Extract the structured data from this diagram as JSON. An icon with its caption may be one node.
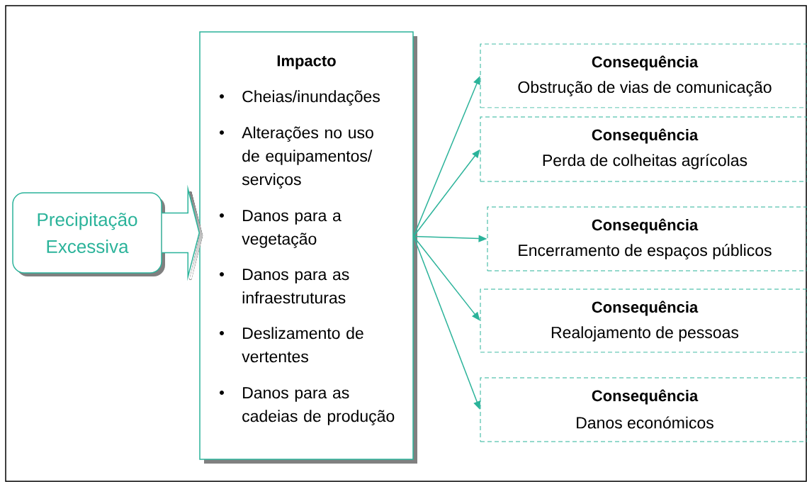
{
  "diagram": {
    "nodes": [
      {
        "text": [
          "Precipitação Excessiva"
        ]
      },
      {
        "text": [
          "Impacto",
          "Cheias/inundações",
          "Alterações no uso de equipamentos/ serviços",
          "Danos para a vegetação",
          "Danos para as infraestruturas",
          "Deslizamento de vertentes",
          "Danos para as cadeias de produção"
        ]
      },
      {
        "text": [
          "Consequência",
          "Obstrução de vias de comunicação"
        ]
      },
      {
        "text": [
          "Consequência",
          "Perda de colheitas agrícolas"
        ]
      },
      {
        "text": [
          "Consequência",
          "Encerramento de espaços públicos"
        ]
      },
      {
        "text": [
          "Consequência",
          "Realojamento de pessoas"
        ]
      },
      {
        "text": [
          "Consequência",
          "Danos económicos"
        ]
      }
    ],
    "edges": [
      {
        "from": 0,
        "to": 1,
        "arrow": "to",
        "style": "thick"
      },
      {
        "from": 1,
        "to": 2,
        "arrow": "to"
      },
      {
        "from": 1,
        "to": 3,
        "arrow": "to"
      },
      {
        "from": 1,
        "to": 4,
        "arrow": "to"
      },
      {
        "from": 1,
        "to": 5,
        "arrow": "to"
      },
      {
        "from": 1,
        "to": 6,
        "arrow": "to"
      }
    ]
  }
}
